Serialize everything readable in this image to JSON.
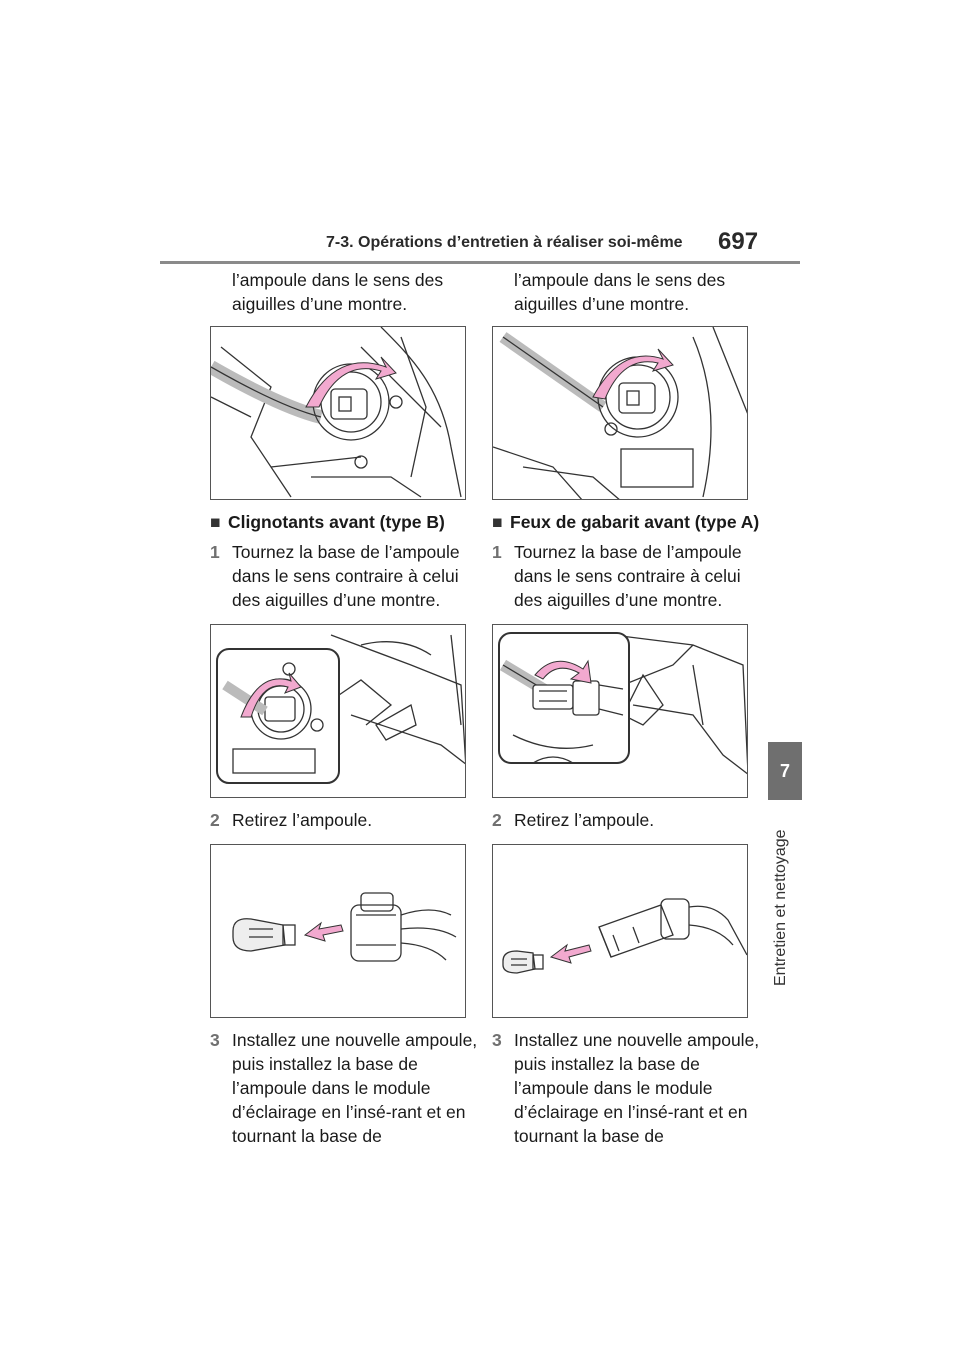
{
  "header": {
    "title": "7-3. Opérations d’entretien à réaliser soi-même",
    "page_number": "697"
  },
  "side_tab": {
    "chapter_number": "7",
    "chapter_label": "Entretien et nettoyage"
  },
  "left_column": {
    "intro_text": "l’ampoule dans le sens des aiguilles d’une montre.",
    "section_title": "Clignotants avant (type B)",
    "steps": [
      {
        "num": "1",
        "text": "Tournez la base de l’ampoule dans le sens contraire à celui des aiguilles d’une montre."
      },
      {
        "num": "2",
        "text": "Retirez l’ampoule."
      },
      {
        "num": "3",
        "text": "Installez une nouvelle ampoule, puis installez la base de l’ampoule dans le module d’éclairage en l’insé-rant et en tournant la base de"
      }
    ]
  },
  "right_column": {
    "intro_text": "l’ampoule dans le sens des aiguilles d’une montre.",
    "section_title": "Feux de gabarit avant (type A)",
    "steps": [
      {
        "num": "1",
        "text": "Tournez la base de l’ampoule dans le sens contraire à celui des aiguilles d’une montre."
      },
      {
        "num": "2",
        "text": "Retirez l’ampoule."
      },
      {
        "num": "3",
        "text": "Installez une nouvelle ampoule, puis installez la base de l’ampoule dans le module d’éclairage en l’insé-rant et en tournant la base de"
      }
    ]
  },
  "colors": {
    "arrow": "#f2a9cf",
    "line_art": "#333333",
    "tab": "#6f6f6f"
  }
}
